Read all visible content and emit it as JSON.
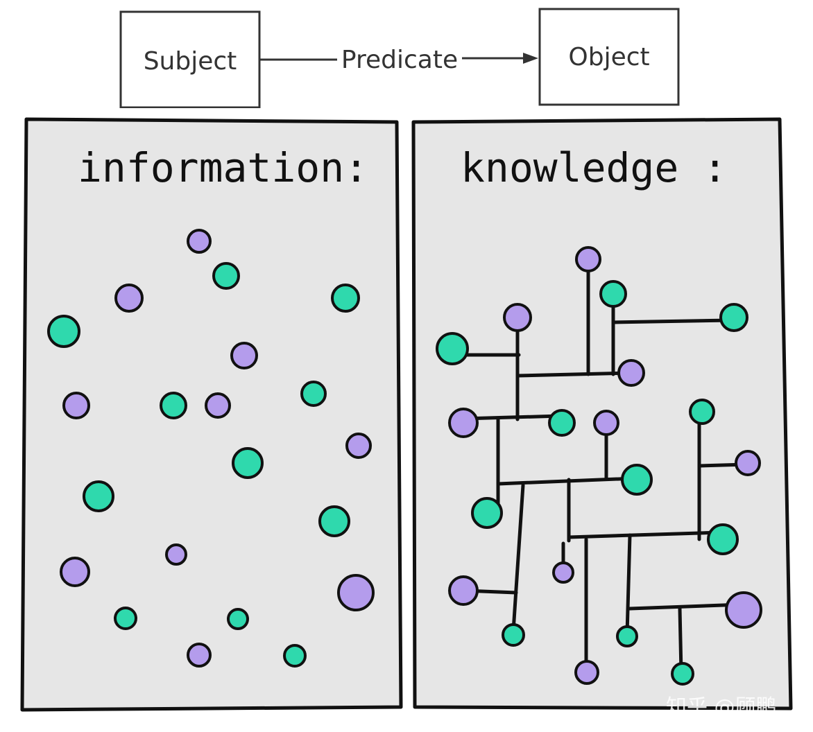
{
  "triple": {
    "subject": "Subject",
    "predicate": "Predicate",
    "object": "Object"
  },
  "panels": {
    "left_title": "information:",
    "right_title": "knowledge :"
  },
  "watermark": "知乎 @顾鹏",
  "colors": {
    "panel_bg": "#e6e6e6",
    "green_node": "#2fd9ad",
    "purple_node": "#b49cec",
    "stroke": "#111111"
  },
  "icons": {
    "arrow": "arrow-right-icon",
    "node_green": "green-dot-icon",
    "node_purple": "purple-dot-icon"
  }
}
